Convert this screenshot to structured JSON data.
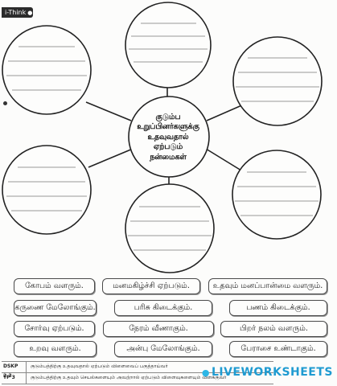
{
  "badge": {
    "label": "i-Think"
  },
  "center": {
    "text": "குடும்ப\nஉறுப்பினர்களுக்கு\nஉதவுவதால்\nஏற்படும்\nநன்மைகள்"
  },
  "cards": [
    "கோபம் வளரும்.",
    "மனமகிழ்ச்சி ஏற்படும்.",
    "உதவும் மனப்பான்மை வளரும்.",
    "கருணை மேலோங்கும்.",
    "பரிசு கிடைக்கும்.",
    "பணம் கிடைக்கும்.",
    "சோர்வு ஏற்படும்.",
    "நேரம் வீணாகும்.",
    "பிறர் நலம் வளரும்.",
    "உறவு வளரும்.",
    "அன்பு மேலோங்கும்.",
    "பேராசை உண்டாகும்."
  ],
  "footer": {
    "rows": [
      {
        "code": "DSKP 2.3",
        "text": "குடும்பத்திற்கு உதவுவதால் ஏற்படும் விளைவைப் பகுத்தாய்வர்"
      },
      {
        "code": "TP 3",
        "text": "குடும்பத்திற்கு உதவும் செயல்களையும் அவற்றால் ஏற்படும் விளைவுகளையும் விளக்குவர்"
      }
    ]
  },
  "watermark": {
    "text": "LIVEWORKSHEETS"
  }
}
